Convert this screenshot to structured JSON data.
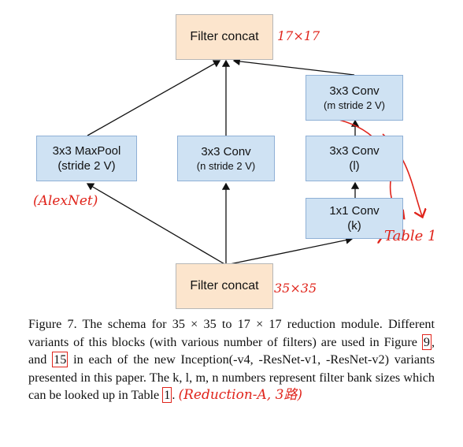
{
  "diagram": {
    "top_concat": "Filter concat",
    "bottom_concat": "Filter concat",
    "maxpool": {
      "line1": "3x3 MaxPool",
      "line2": "(stride 2 V)"
    },
    "conv_mid": {
      "line1": "3x3 Conv",
      "line2": "(n stride 2 V)"
    },
    "conv_right_top": {
      "line1": "3x3 Conv",
      "line2": "(m stride 2 V)"
    },
    "conv_right_mid": {
      "line1": "3x3 Conv",
      "line2": "(l)"
    },
    "conv_right_bot": {
      "line1": "1x1 Conv",
      "line2": "(k)"
    }
  },
  "annotations": {
    "top_size": "17×17",
    "bottom_size": "35×35",
    "alexnet": "(AlexNet)",
    "table_ref": "Table 1"
  },
  "caption": {
    "part1": "Figure 7. The schema for 35 × 35 to 17 × 17 reduction module. Different variants of this blocks (with various number of filters) are used in Figure ",
    "ref1": "9",
    "part2": ", and ",
    "ref2": "15",
    "part3": " in each of the new Inception(-v4, -ResNet-v1, -ResNet-v2) variants presented in this paper. The k, l, m, n numbers represent filter bank sizes which can be looked up in Table ",
    "ref3": "1",
    "part4": ". ",
    "handwritten": "(Reduction-A, 3路)"
  },
  "colors": {
    "box_blue": "#cfe2f3",
    "box_orange": "#fce5cd",
    "annotation_red": "#e0241b"
  }
}
